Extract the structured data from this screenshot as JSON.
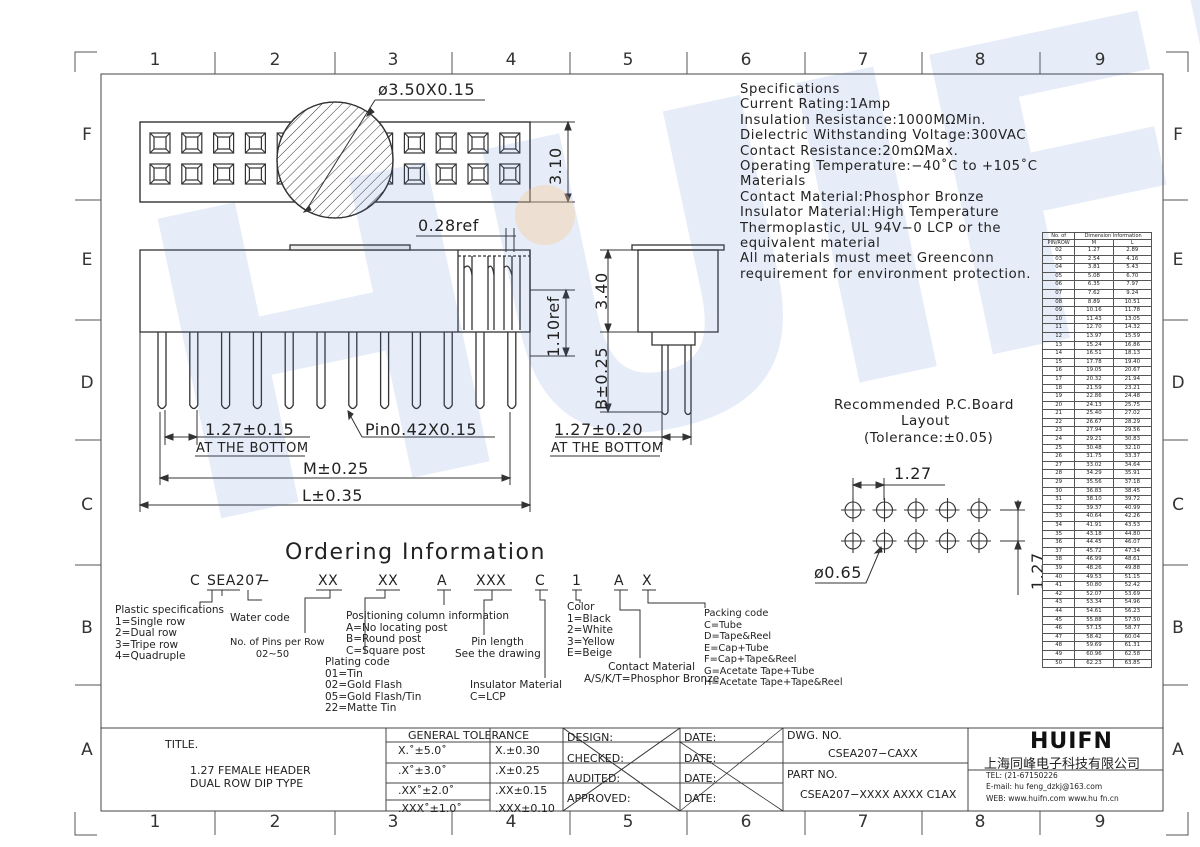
{
  "zones": {
    "cols": [
      "1",
      "2",
      "3",
      "4",
      "5",
      "6",
      "7",
      "8",
      "9"
    ],
    "rows": [
      "F",
      "E",
      "D",
      "C",
      "B",
      "A"
    ]
  },
  "watermark": "HUIFN",
  "specifications": [
    "Specifications",
    "Current Rating:1Amp",
    "Insulation Resistance:1000MΩMin.",
    "Dielectric Withstanding Voltage:300VAC",
    "Contact Resistance:20mΩMax.",
    "Operating Temperature:−40˚C to +105˚C",
    "Materials",
    "Contact Material:Phosphor Bronze",
    "Insulator Material:High Temperature",
    "Thermoplastic, UL 94V−0 LCP or the",
    "equivalent material",
    "All materials must meet Greenconn",
    "requirement for environment protection."
  ],
  "dimensions": {
    "circle": "ø3.50X0.15",
    "height_top": "3.10",
    "ref_028": "0.28ref",
    "ref_110": "1.10ref",
    "h340": "3.40",
    "b025": "B±0.25",
    "pitch_bottom": "1.27±0.15",
    "at_bottom_1": "AT THE BOTTOM",
    "pin": "Pin0.42X0.15",
    "m": "M±0.25",
    "l": "L±0.35",
    "pitch_side": "1.27±0.20",
    "at_bottom_2": "AT THE BOTTOM"
  },
  "pcb": {
    "title_1": "Recommended P.C.Board",
    "title_2": "Layout",
    "tolerance": "(Tolerance:±0.05)",
    "pitch_h": "1.27",
    "pitch_v": "1.27",
    "hole": "ø0.65"
  },
  "ordering": {
    "title": "Ordering Information",
    "code": [
      "C",
      "SEA207",
      "−",
      "XX",
      "XX",
      "A",
      "XXX",
      "C",
      "1",
      "A",
      "X"
    ],
    "plastic": [
      "Plastic specifications",
      "1=Single row",
      "2=Dual row",
      "3=Tripe row",
      "4=Quadruple"
    ],
    "water": "Water code",
    "pins": [
      "No. of Pins per Row",
      "02~50"
    ],
    "plating": [
      "Plating code",
      "01=Tin",
      "02=Gold Flash",
      "05=Gold Flash/Tin",
      "22=Matte Tin"
    ],
    "positioning": [
      "Positioning column information",
      "A=No locating post",
      "B=Round post",
      "C=Square post"
    ],
    "pin_length": [
      "Pin length",
      "See the drawing"
    ],
    "insulator": [
      "Insulator Material",
      "C=LCP"
    ],
    "color": [
      "Color",
      "1=Black",
      "2=White",
      "3=Yellow",
      "E=Beige"
    ],
    "contact": [
      "Contact Material",
      "A/S/K/T=Phosphor Bronze"
    ],
    "packing": [
      "Packing code",
      "C=Tube",
      "D=Tape&Reel",
      "E=Cap+Tube",
      "F=Cap+Tape&Reel",
      "G=Acetate Tape+Tube",
      "H=Acetate Tape+Tape&Reel"
    ]
  },
  "dim_table": {
    "h1": "No. of",
    "h2": "PIN/ROW",
    "h3": "Dimension Information",
    "hm": "M",
    "hl": "L",
    "rows": [
      [
        "02",
        "1.27",
        "2.89"
      ],
      [
        "03",
        "2.54",
        "4.16"
      ],
      [
        "04",
        "3.81",
        "5.43"
      ],
      [
        "05",
        "5.08",
        "6.70"
      ],
      [
        "06",
        "6.35",
        "7.97"
      ],
      [
        "07",
        "7.62",
        "9.24"
      ],
      [
        "08",
        "8.89",
        "10.51"
      ],
      [
        "09",
        "10.16",
        "11.78"
      ],
      [
        "10",
        "11.43",
        "13.05"
      ],
      [
        "11",
        "12.70",
        "14.32"
      ],
      [
        "12",
        "13.97",
        "15.59"
      ],
      [
        "13",
        "15.24",
        "16.86"
      ],
      [
        "14",
        "16.51",
        "18.13"
      ],
      [
        "15",
        "17.78",
        "19.40"
      ],
      [
        "16",
        "19.05",
        "20.67"
      ],
      [
        "17",
        "20.32",
        "21.94"
      ],
      [
        "18",
        "21.59",
        "23.21"
      ],
      [
        "19",
        "22.86",
        "24.48"
      ],
      [
        "20",
        "24.13",
        "25.75"
      ],
      [
        "21",
        "25.40",
        "27.02"
      ],
      [
        "22",
        "26.67",
        "28.29"
      ],
      [
        "23",
        "27.94",
        "29.56"
      ],
      [
        "24",
        "29.21",
        "30.83"
      ],
      [
        "25",
        "30.48",
        "32.10"
      ],
      [
        "26",
        "31.75",
        "33.37"
      ],
      [
        "27",
        "33.02",
        "34.64"
      ],
      [
        "28",
        "34.29",
        "35.91"
      ],
      [
        "29",
        "35.56",
        "37.18"
      ],
      [
        "30",
        "36.83",
        "38.45"
      ],
      [
        "31",
        "38.10",
        "39.72"
      ],
      [
        "32",
        "39.37",
        "40.99"
      ],
      [
        "33",
        "40.64",
        "42.26"
      ],
      [
        "34",
        "41.91",
        "43.53"
      ],
      [
        "35",
        "43.18",
        "44.80"
      ],
      [
        "36",
        "44.45",
        "46.07"
      ],
      [
        "37",
        "45.72",
        "47.34"
      ],
      [
        "38",
        "46.99",
        "48.61"
      ],
      [
        "39",
        "48.26",
        "49.88"
      ],
      [
        "40",
        "49.53",
        "51.15"
      ],
      [
        "41",
        "50.80",
        "52.42"
      ],
      [
        "42",
        "52.07",
        "53.69"
      ],
      [
        "43",
        "53.34",
        "54.96"
      ],
      [
        "44",
        "54.61",
        "56.23"
      ],
      [
        "45",
        "55.88",
        "57.50"
      ],
      [
        "46",
        "57.15",
        "58.77"
      ],
      [
        "47",
        "58.42",
        "60.04"
      ],
      [
        "48",
        "59.69",
        "61.31"
      ],
      [
        "49",
        "60.96",
        "62.58"
      ],
      [
        "50",
        "62.23",
        "63.85"
      ]
    ]
  },
  "title_block": {
    "title_label": "TITLE.",
    "title_1": "1.27 FEMALE HEADER",
    "title_2": "DUAL ROW DIP TYPE",
    "gt_header": "GENERAL TOLERANCE",
    "gt": [
      [
        "X.˚±5.0˚",
        "X.±0.30"
      ],
      [
        ".X˚±3.0˚",
        ".X±0.25"
      ],
      [
        ".XX˚±2.0˚",
        ".XX±0.15"
      ],
      [
        ".XXX˚±1.0˚",
        ".XXX±0.10"
      ]
    ],
    "roles": [
      "DESIGN:",
      "CHECKED:",
      "AUDITED:",
      "APPROVED:"
    ],
    "date": "DATE:",
    "dwg_label": "DWG. NO.",
    "dwg_no": "CSEA207−CAXX",
    "part_label": "PART NO.",
    "part_no": "CSEA207−XXXX AXXX C1AX",
    "logo": "HUIFN",
    "company": "上海同峰电子科技有限公司",
    "tel": "TEL: (21-67150226",
    "email": "E-mail: hu feng_dzkj@163.com",
    "web": "WEB: www.huifn.com   www.hu fn.cn"
  }
}
